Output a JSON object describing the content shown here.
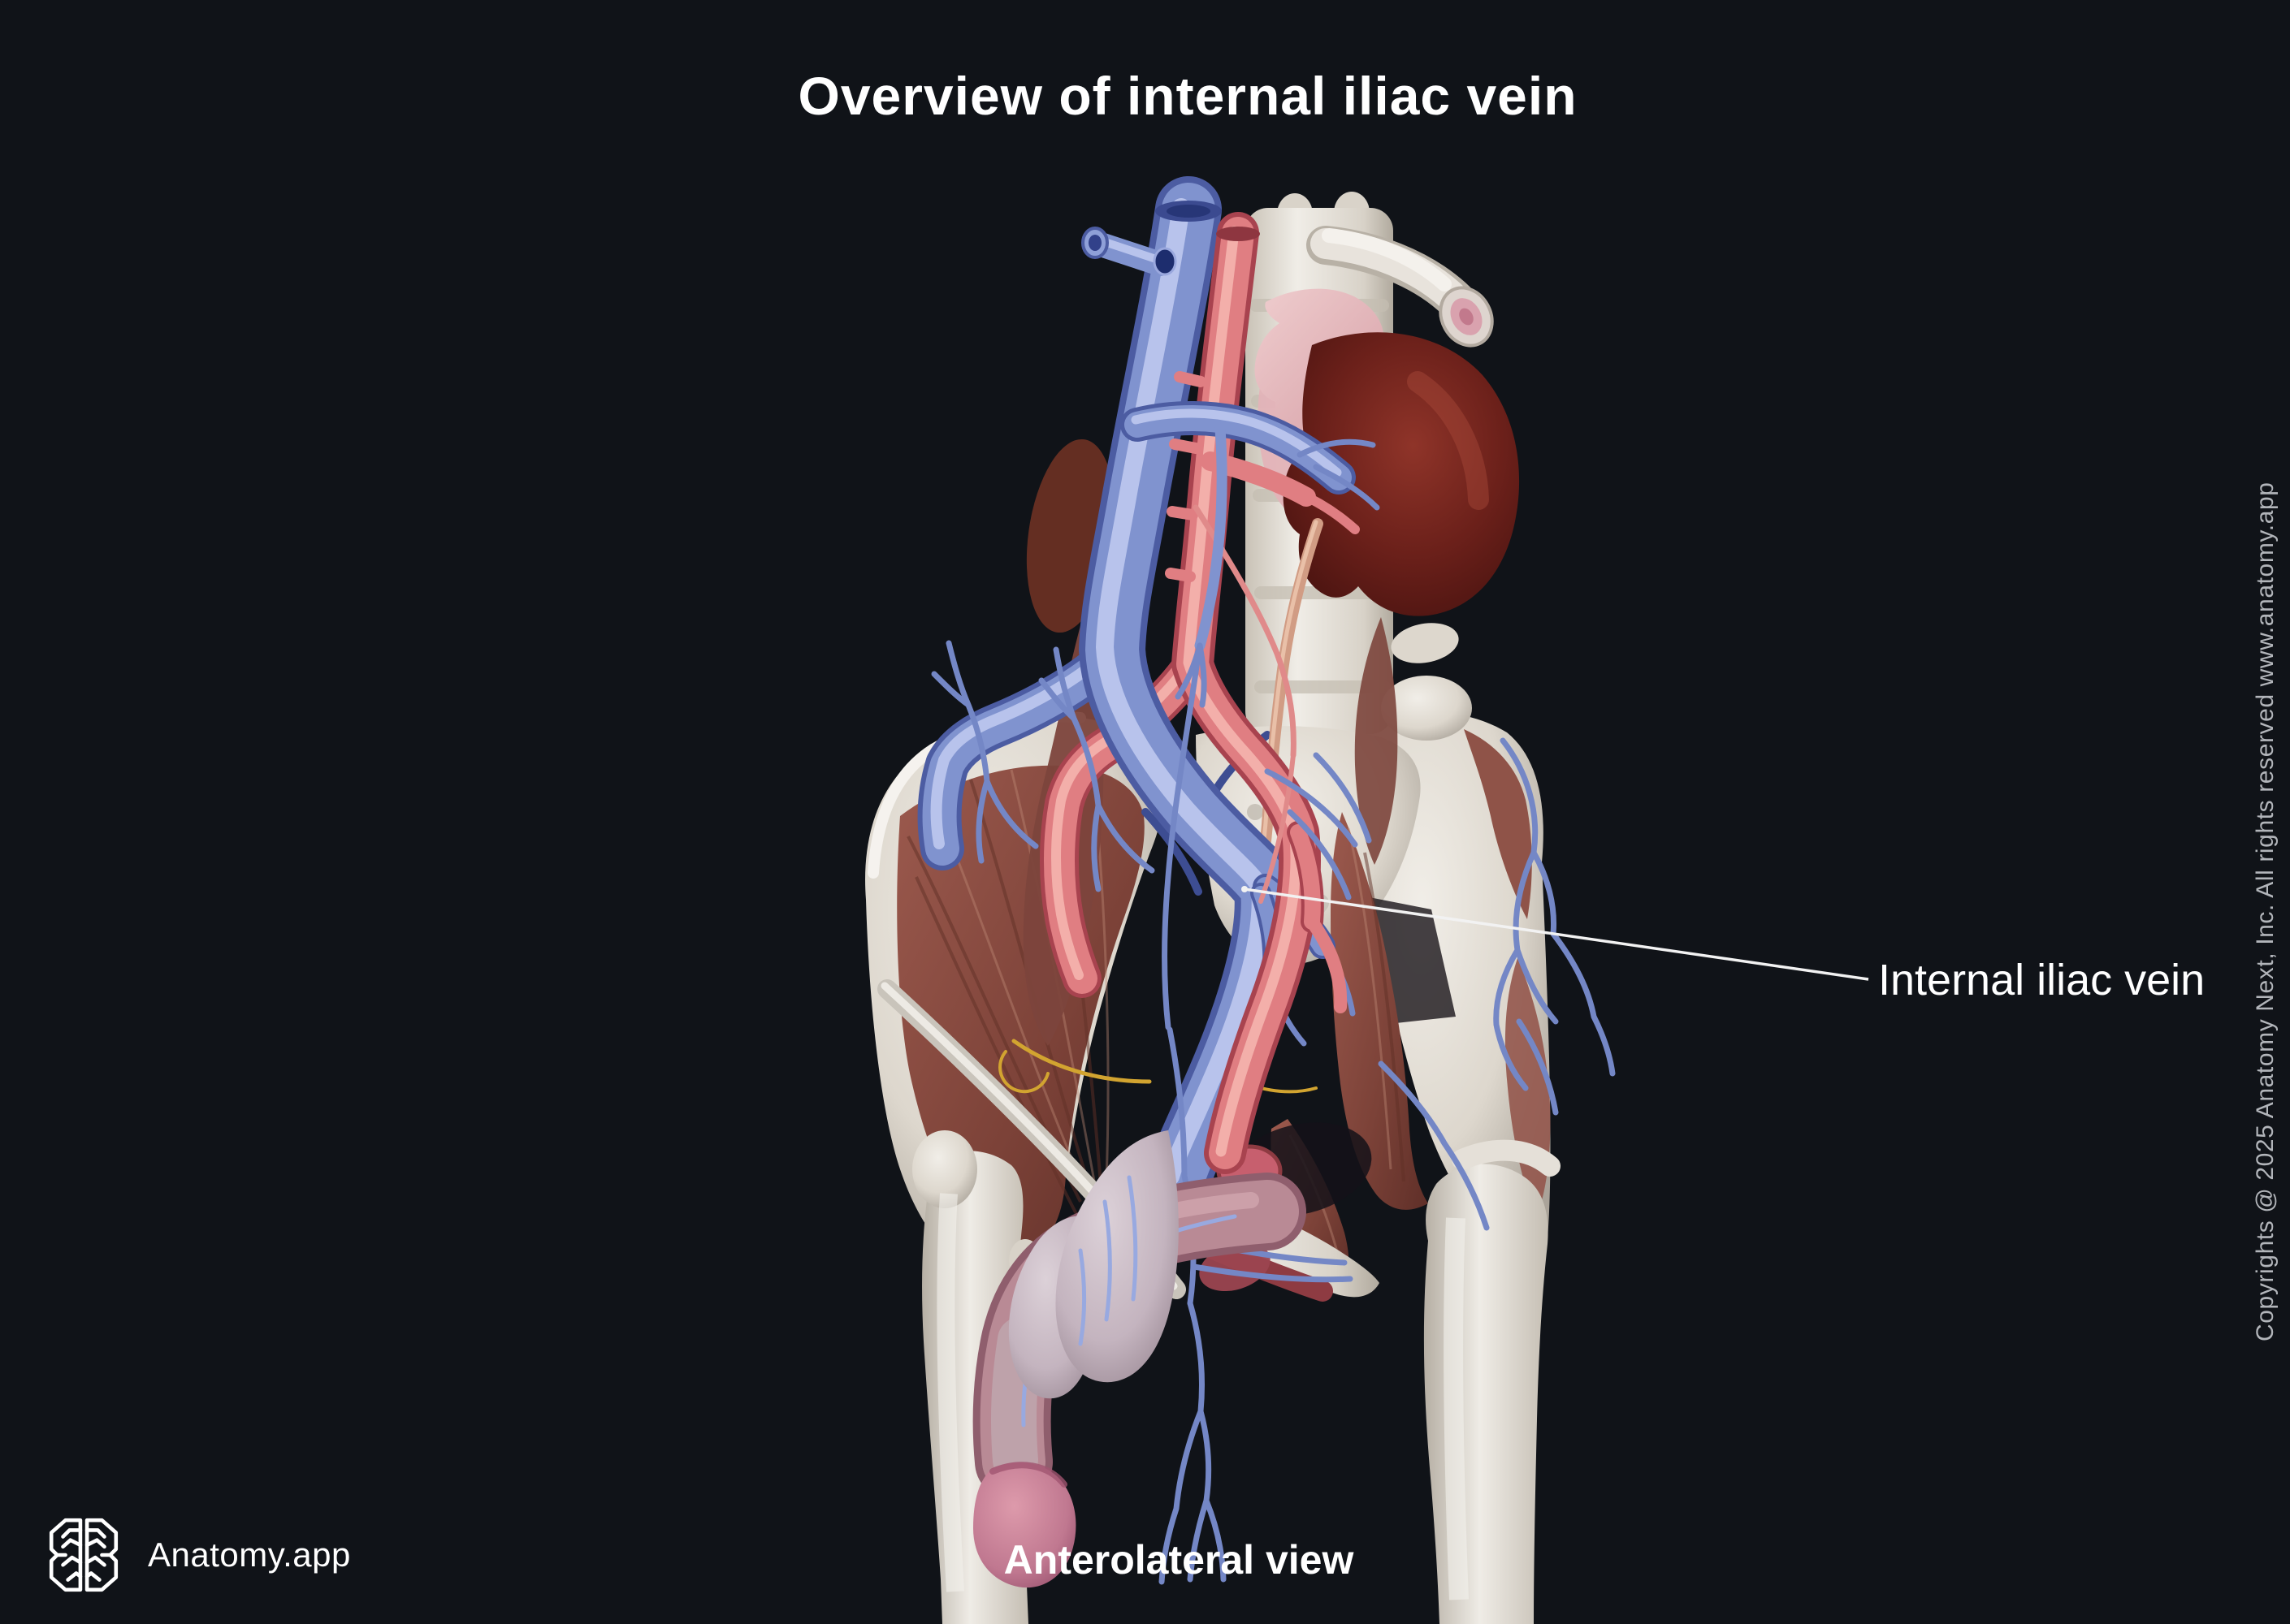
{
  "page": {
    "title": "Overview of internal iliac vein",
    "background_color": "#101318"
  },
  "annotation": {
    "label": "Internal iliac vein"
  },
  "caption": {
    "view": "Anterolateral view"
  },
  "footer": {
    "brand": "Anatomy.app"
  },
  "sidebar": {
    "copyright": "Copyrights @ 2025 Anatomy Next, Inc. All rights reserved www.anatomy.app"
  },
  "illustration": {
    "description": "3D anterolateral render of male pelvis: lumbar spine, right kidney and adrenal gland, inferior vena cava and aorta bifurcating into iliac vessels, hip bones with iliacus muscles, femurs and external genitalia; white leader line points to the internal iliac vein",
    "palette": {
      "background": "#101318",
      "text_white": "#ffffff",
      "copyright_gray": "#b2b5ba",
      "vein_blue": "#8093cf",
      "vein_highlight": "#c6d0f2",
      "artery_red": "#e07e82",
      "bone_light": "#efece6",
      "bone_shadow": "#a9a39b",
      "muscle_brown": "#8f5147",
      "kidney_maroon": "#6b201a",
      "adrenal_pink": "#e7bcbe",
      "scrotum_pink": "#cec2cb",
      "glans_pink": "#c97e95",
      "leader_line": "#f2f2f2"
    }
  }
}
